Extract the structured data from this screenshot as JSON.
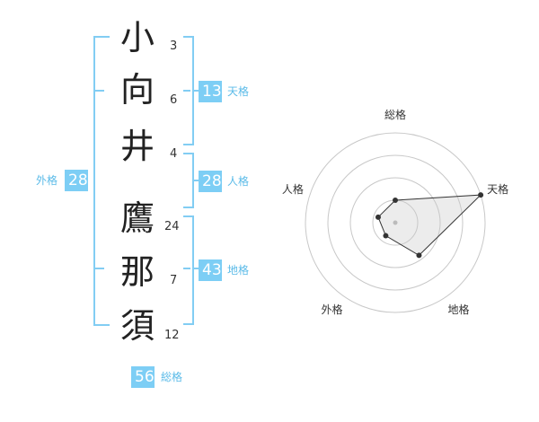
{
  "name": {
    "chars": [
      {
        "char": "小",
        "strokes": "3"
      },
      {
        "char": "向",
        "strokes": "6"
      },
      {
        "char": "井",
        "strokes": "4"
      },
      {
        "char": "鷹",
        "strokes": "24"
      },
      {
        "char": "那",
        "strokes": "7"
      },
      {
        "char": "須",
        "strokes": "12"
      }
    ]
  },
  "kaku": {
    "tenkaku": {
      "value": "13",
      "label": "天格"
    },
    "jinkaku": {
      "value": "28",
      "label": "人格"
    },
    "chikaku": {
      "value": "43",
      "label": "地格"
    },
    "gaikaku": {
      "value": "28",
      "label": "外格"
    },
    "soukaku": {
      "value": "56",
      "label": "総格"
    }
  },
  "colors": {
    "accent": "#7dcef5",
    "line": "#82cdf3"
  },
  "chart_data": {
    "type": "radar",
    "axes": [
      "総格",
      "天格",
      "地格",
      "外格",
      "人格"
    ],
    "values": [
      0.25,
      1.0,
      0.45,
      0.18,
      0.2
    ],
    "rings": 4,
    "grid": true
  }
}
